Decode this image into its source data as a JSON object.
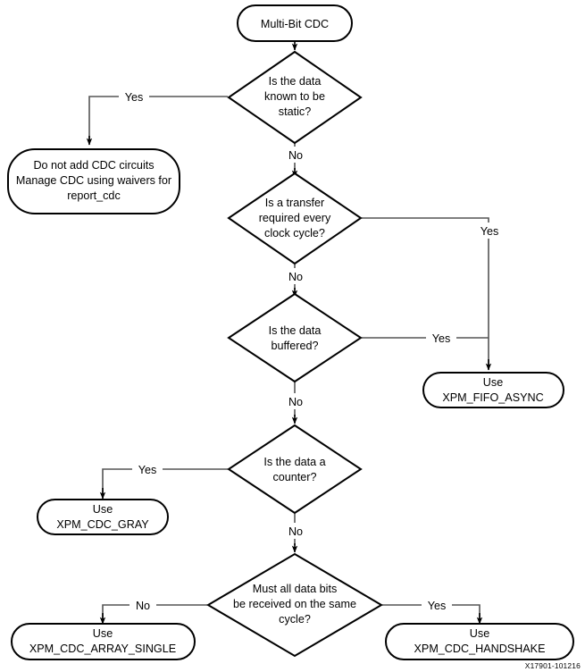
{
  "diagram": {
    "title": "Multi-Bit CDC decision flowchart",
    "footer_id": "X17901-101216",
    "colors": {
      "shape_stroke": "#000000",
      "shape_fill": "#ffffff",
      "connector": "#555555",
      "text": "#000000",
      "background": "#ffffff"
    },
    "nodes": {
      "start": {
        "type": "terminator",
        "lines": [
          "Multi-Bit CDC"
        ],
        "line1": "Multi-Bit CDC"
      },
      "decision_static": {
        "type": "decision",
        "lines": [
          "Is the data",
          "known to be",
          "static?"
        ],
        "line1": "Is the data",
        "line2": "known to be",
        "line3": "static?"
      },
      "result_waivers": {
        "type": "terminator",
        "lines": [
          "Do not add CDC circuits",
          "Manage CDC using waivers for",
          "report_cdc"
        ],
        "line1": "Do not add CDC circuits",
        "line2": "Manage CDC using waivers for",
        "line3": "report_cdc"
      },
      "decision_transfer": {
        "type": "decision",
        "lines": [
          "Is a transfer",
          "required every",
          "clock cycle?"
        ],
        "line1": "Is a transfer",
        "line2": "required every",
        "line3": "clock cycle?"
      },
      "decision_buffered": {
        "type": "decision",
        "lines": [
          "Is the data",
          "buffered?"
        ],
        "line1": "Is the data",
        "line2": "buffered?"
      },
      "result_fifo_async": {
        "type": "terminator",
        "lines": [
          "Use",
          "XPM_FIFO_ASYNC"
        ],
        "line1": "Use",
        "line2": "XPM_FIFO_ASYNC"
      },
      "decision_counter": {
        "type": "decision",
        "lines": [
          "Is the data a",
          "counter?"
        ],
        "line1": "Is the data a",
        "line2": "counter?"
      },
      "result_cdc_gray": {
        "type": "terminator",
        "lines": [
          "Use",
          "XPM_CDC_GRAY"
        ],
        "line1": "Use",
        "line2": "XPM_CDC_GRAY"
      },
      "decision_same_cycle": {
        "type": "decision",
        "lines": [
          "Must all data bits",
          "be received on the same",
          "cycle?"
        ],
        "line1": "Must all data bits",
        "line2": "be received on the same",
        "line3": "cycle?"
      },
      "result_array_single": {
        "type": "terminator",
        "lines": [
          "Use",
          "XPM_CDC_ARRAY_SINGLE"
        ],
        "line1": "Use",
        "line2": "XPM_CDC_ARRAY_SINGLE"
      },
      "result_handshake": {
        "type": "terminator",
        "lines": [
          "Use",
          "XPM_CDC_HANDSHAKE"
        ],
        "line1": "Use",
        "line2": "XPM_CDC_HANDSHAKE"
      }
    },
    "edges": {
      "static_yes": "Yes",
      "static_no": "No",
      "transfer_yes": "Yes",
      "transfer_no": "No",
      "buffered_yes": "Yes",
      "buffered_no": "No",
      "counter_yes": "Yes",
      "counter_no": "No",
      "same_cycle_no": "No",
      "same_cycle_yes": "Yes"
    }
  }
}
